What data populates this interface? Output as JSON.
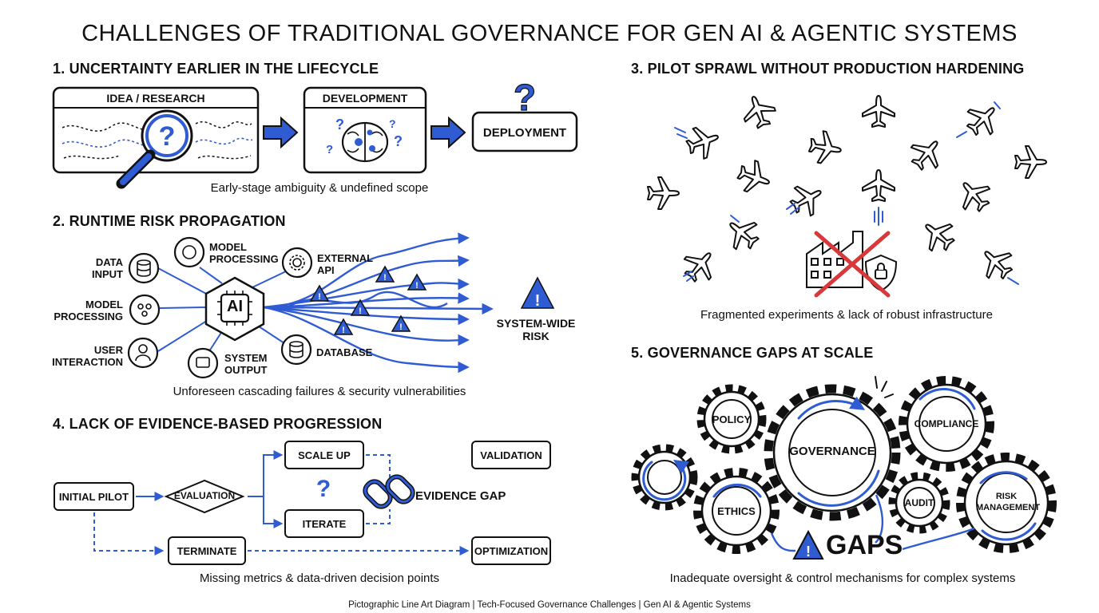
{
  "title": "CHALLENGES OF TRADITIONAL GOVERNANCE FOR GEN AI & AGENTIC SYSTEMS",
  "section1": {
    "heading": "1. UNCERTAINTY EARLIER IN THE LIFECYCLE",
    "stages": [
      "IDEA / RESEARCH",
      "DEVELOPMENT",
      "DEPLOYMENT"
    ],
    "caption": "Early-stage ambiguity & undefined scope"
  },
  "section2": {
    "heading": "2. RUNTIME RISK PROPAGATION",
    "inputs": [
      "DATA INPUT",
      "MODEL PROCESSING",
      "USER INTERACTION"
    ],
    "top_nodes": [
      "MODEL PROCESSING",
      "EXTERNAL API"
    ],
    "bottom_nodes": [
      "SYSTEM OUTPUT",
      "DATABASE"
    ],
    "hub": "AI",
    "risk": "SYSTEM-WIDE RISK",
    "caption": "Unforeseen cascading failures & security vulnerabilities"
  },
  "section3": {
    "heading": "3. PILOT SPRAWL WITHOUT PRODUCTION HARDENING",
    "caption": "Fragmented experiments & lack of robust infrastructure"
  },
  "section4": {
    "heading": "4. LACK OF EVIDENCE-BASED PROGRESSION",
    "nodes": {
      "initial": "INITIAL PILOT",
      "evaluation": "EVALUATION",
      "scale_up": "SCALE UP",
      "iterate": "ITERATE",
      "terminate": "TERMINATE",
      "validation": "VALIDATION",
      "optimization": "OPTIMIZATION"
    },
    "gap": "EVIDENCE GAP",
    "caption": "Missing metrics & data-driven decision points"
  },
  "section5": {
    "heading": "5. GOVERNANCE GAPS AT SCALE",
    "gears": [
      "POLICY",
      "GOVERNANCE",
      "COMPLIANCE",
      "ETHICS",
      "AUDIT",
      "RISK MANAGEMENT"
    ],
    "gaps_label": "GAPS",
    "caption": "Inadequate oversight & control mechanisms for complex systems"
  },
  "footer": "Pictographic Line Art Diagram | Tech-Focused Governance Challenges | Gen AI & Agentic Systems",
  "colors": {
    "accent": "#2f5bd3",
    "ink": "#111111",
    "danger": "#d9383a"
  }
}
